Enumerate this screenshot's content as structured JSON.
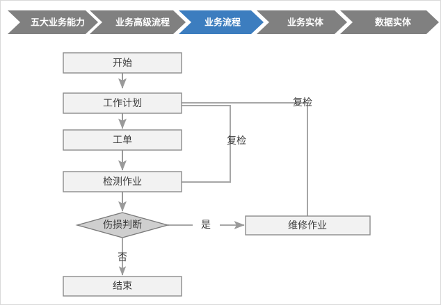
{
  "breadcrumb": {
    "active_color": "#3c7dbf",
    "inactive_color": "#808080",
    "label_color": "#ffffff",
    "steps": [
      {
        "label": "五大业务能力",
        "active": false
      },
      {
        "label": "业务高级流程",
        "active": false
      },
      {
        "label": "业务流程",
        "active": true
      },
      {
        "label": "业务实体",
        "active": false
      },
      {
        "label": "数据实体",
        "active": false
      }
    ]
  },
  "flowchart": {
    "type": "flowchart",
    "box_fill": "#f2f2f2",
    "box_stroke": "#8c8c8c",
    "diamond_fill": "#cfcfcf",
    "diamond_stroke": "#7a7a7a",
    "connector_color": "#9a9a9a",
    "nodes": [
      {
        "id": "start",
        "label": "开始",
        "shape": "rect"
      },
      {
        "id": "workplan",
        "label": "工作计划",
        "shape": "rect"
      },
      {
        "id": "workorder",
        "label": "工单",
        "shape": "rect"
      },
      {
        "id": "inspection",
        "label": "检测作业",
        "shape": "rect"
      },
      {
        "id": "judge",
        "label": "伤损判断",
        "shape": "diamond"
      },
      {
        "id": "repair",
        "label": "维修作业",
        "shape": "rect"
      },
      {
        "id": "end",
        "label": "结束",
        "shape": "rect"
      }
    ],
    "edges": [
      {
        "from": "start",
        "to": "workplan",
        "label": ""
      },
      {
        "from": "workplan",
        "to": "workorder",
        "label": ""
      },
      {
        "from": "workorder",
        "to": "inspection",
        "label": ""
      },
      {
        "from": "inspection",
        "to": "judge",
        "label": ""
      },
      {
        "from": "inspection",
        "to": "workplan",
        "label": "复检"
      },
      {
        "from": "judge",
        "to": "repair",
        "label": "是"
      },
      {
        "from": "judge",
        "to": "end",
        "label": "否"
      },
      {
        "from": "repair",
        "to": "workplan",
        "label": "复检"
      }
    ],
    "edge_labels": {
      "recheck_inner": "复检",
      "recheck_outer": "复检",
      "yes": "是",
      "no": "否"
    }
  }
}
